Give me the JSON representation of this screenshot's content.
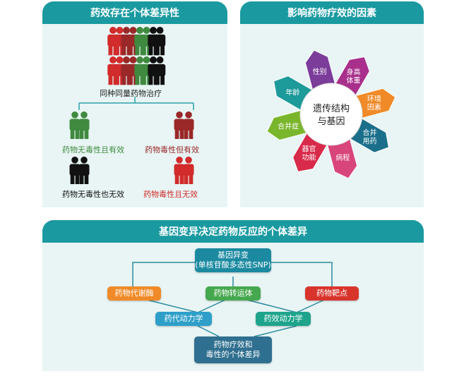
{
  "panels": {
    "variation": {
      "title": "药效存在个体差异性",
      "same_dose_label": "同种同量药物治疗",
      "groups": [
        {
          "label": "药物无毒性且有效",
          "color": "#3f8a3f"
        },
        {
          "label": "药物毒性但有效",
          "color": "#9a2828"
        },
        {
          "label": "药物无毒性也无效",
          "color": "#111111"
        },
        {
          "label": "药物毒性且无效",
          "color": "#d12b2b"
        }
      ]
    },
    "factors": {
      "title": "影响药物疗效的因素",
      "center": [
        "遗传结构",
        "与基因"
      ],
      "petals": [
        {
          "lines": [
            "身高",
            "体重"
          ],
          "color": "#a8308c"
        },
        {
          "lines": [
            "环境",
            "因素"
          ],
          "color": "#f08a28"
        },
        {
          "lines": [
            "合并",
            "用药"
          ],
          "color": "#1b6f8a"
        },
        {
          "lines": [
            "病程"
          ],
          "color": "#d8457a"
        },
        {
          "lines": [
            "器官",
            "功能"
          ],
          "color": "#d82a4a"
        },
        {
          "lines": [
            "合并症"
          ],
          "color": "#7ab62c"
        },
        {
          "lines": [
            "年龄"
          ],
          "color": "#1d9a9a"
        },
        {
          "lines": [
            "性别"
          ],
          "color": "#7b3c9a"
        }
      ]
    },
    "genes": {
      "title": "基因变异决定药物反应的个体差异",
      "nodes": {
        "variant": [
          "基因异变",
          "(单核苷酸多态性SNP)"
        ],
        "metabolism": "药物代谢酶",
        "transporter": "药物转运体",
        "target": "药物靶点",
        "pk": "药代动力学",
        "pd": "药效动力学",
        "outcome": [
          "药物疗效和",
          "毒性的个体差异"
        ]
      },
      "colors": {
        "variant": "#1b8aa0",
        "metabolism": "#f08a28",
        "transporter": "#46a84e",
        "target": "#d8342c",
        "pk": "#2d9fc9",
        "pd": "#1fa48c",
        "outcome": "#2f6f8f"
      }
    }
  }
}
